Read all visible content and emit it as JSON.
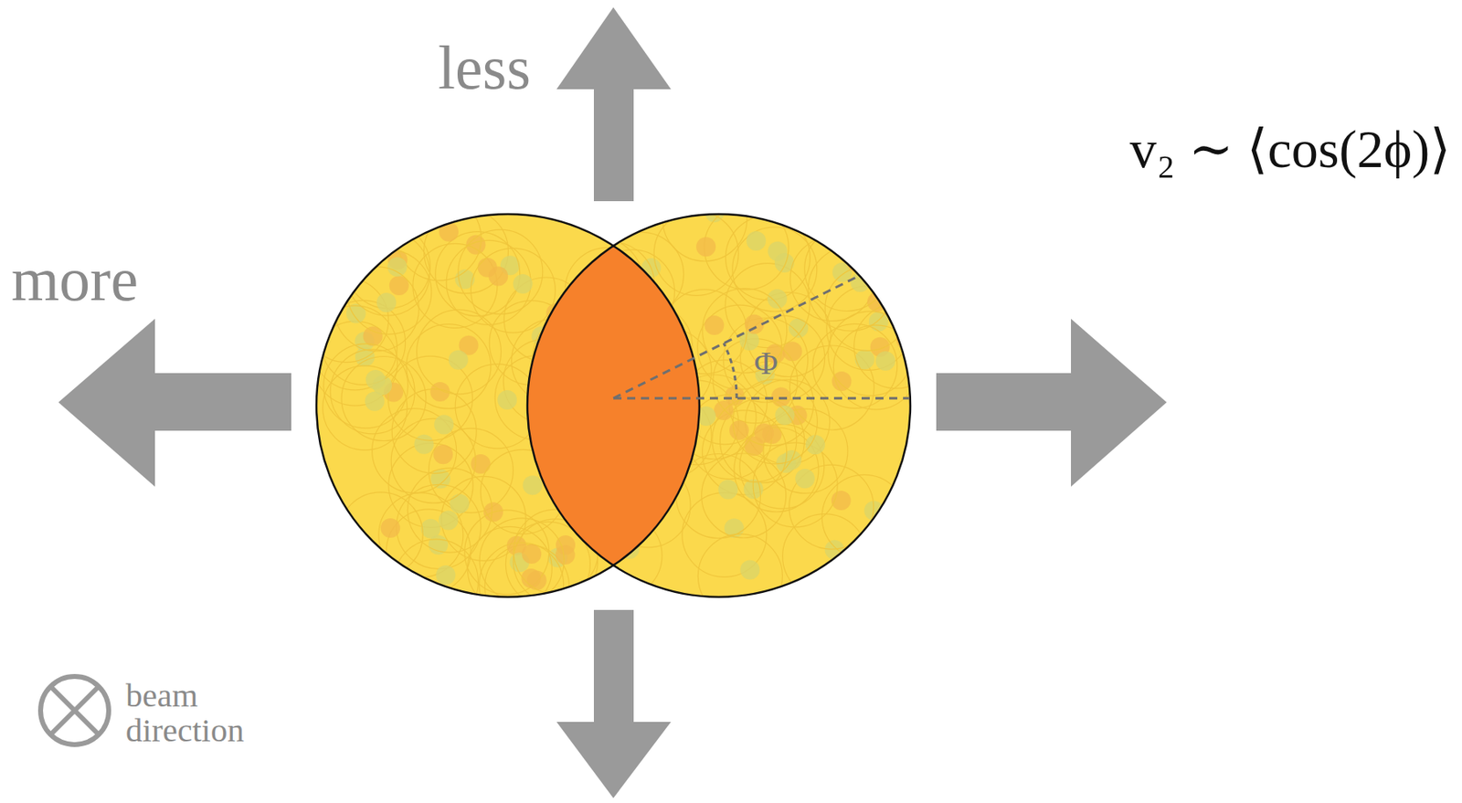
{
  "diagram": {
    "labels": [
      "less",
      "more",
      "v₂ ∼ ⟨cos(2ϕ)⟩",
      "Φ",
      "beam direction"
    ]
  }
}
